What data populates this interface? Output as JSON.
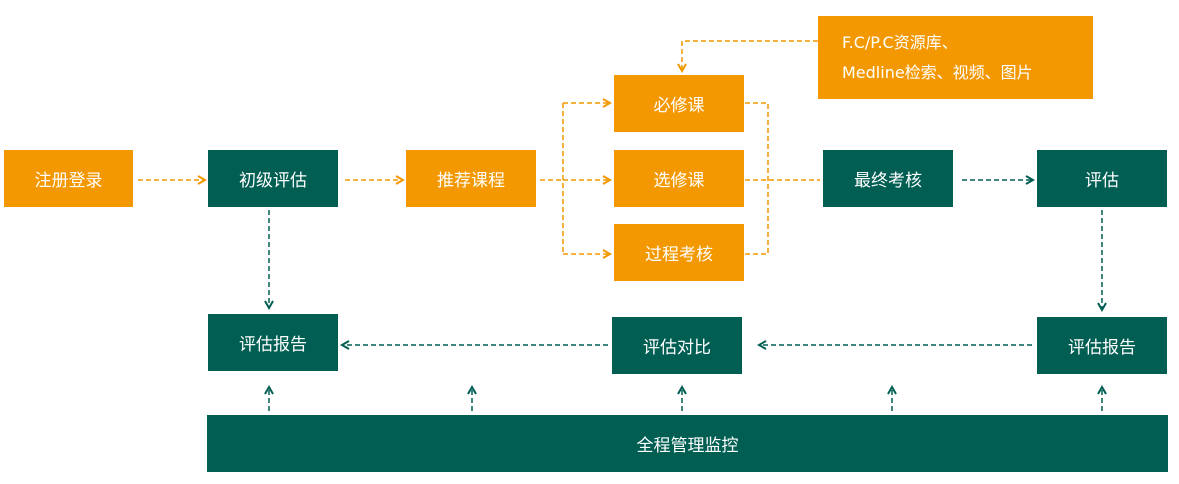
{
  "colors": {
    "orange": "#f39800",
    "green": "#005e52",
    "background": "#ffffff"
  },
  "nodes": {
    "register": "注册登录",
    "initial_assessment": "初级评估",
    "recommend_courses": "推荐课程",
    "required_course": "必修课",
    "elective_course": "选修课",
    "process_exam": "过程考核",
    "final_exam": "最终考核",
    "assessment": "评估",
    "assessment_report_left": "评估报告",
    "assessment_compare": "评估对比",
    "assessment_report_right": "评估报告",
    "monitoring": "全程管理监控"
  },
  "resources_note": {
    "line1": "F.C/P.C资源库、",
    "line2": "Medline检索、视频、图片"
  }
}
